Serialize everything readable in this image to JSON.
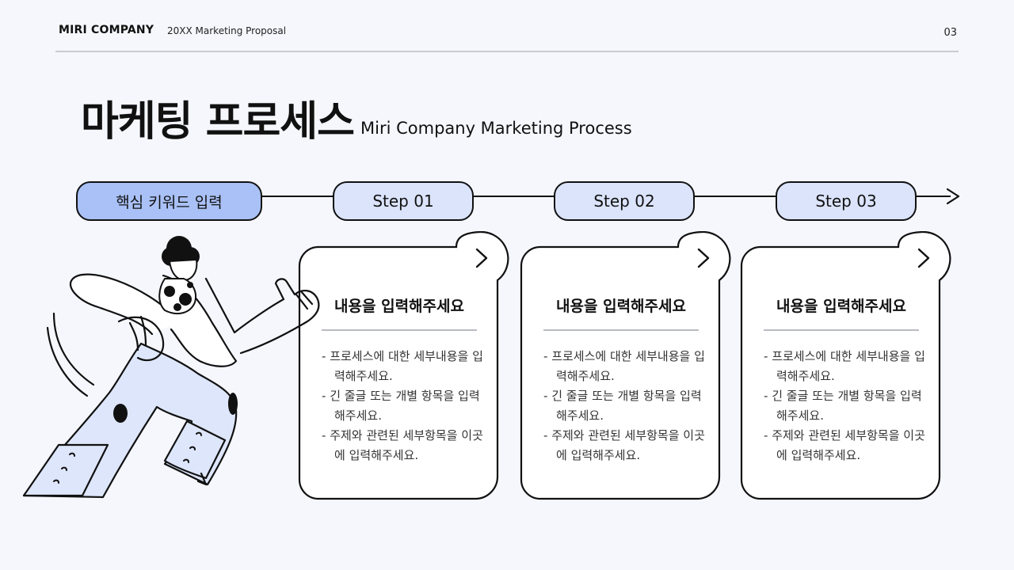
{
  "header": {
    "company": "MIRI COMPANY",
    "subtitle": "20XX Marketing Proposal",
    "page_number": "03"
  },
  "title": {
    "main": "마케팅 프로세스",
    "sub": "Miri Company Marketing Process"
  },
  "timeline": {
    "keyword_label": "핵심 키워드 입력",
    "steps": [
      "Step 01",
      "Step 02",
      "Step 03"
    ]
  },
  "cards": [
    {
      "heading": "내용을 입력해주세요",
      "items": [
        "프로세스에 대한 세부내용을 입력해주세요.",
        "긴 줄글 또는 개별 항목을 입력해주세요.",
        "주제와 관련된 세부항목을 이곳에 입력해주세요."
      ]
    },
    {
      "heading": "내용을 입력해주세요",
      "items": [
        "프로세스에 대한 세부내용을 입력해주세요.",
        "긴 줄글 또는 개별 항목을 입력해주세요.",
        "주제와 관련된 세부항목을 이곳에 입력해주세요."
      ]
    },
    {
      "heading": "내용을 입력해주세요",
      "items": [
        "프로세스에 대한 세부내용을 입력해주세요.",
        "긴 줄글 또는 개별 항목을 입력해주세요.",
        "주제와 관련된 세부항목을 이곳에 입력해주세요."
      ]
    }
  ],
  "icons": {
    "card_corner": "chevron-right-icon",
    "timeline_end": "arrow-right-icon",
    "illustration": "running-person-illustration"
  },
  "colors": {
    "background": "#f5f7fd",
    "keyword_pill": "#a9c1f6",
    "step_pill": "#dbe4fb",
    "figure_fill": "#dde6fa"
  }
}
